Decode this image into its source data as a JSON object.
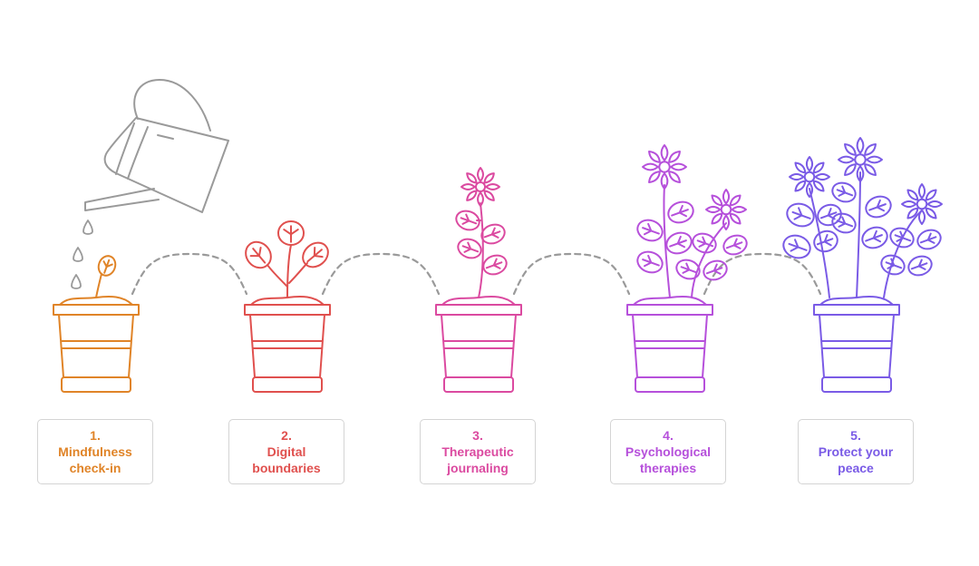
{
  "steps": [
    {
      "number": "1.",
      "line1": "Mindfulness",
      "line2": "check-in",
      "color": "#e08428",
      "plant": "sprout"
    },
    {
      "number": "2.",
      "line1": "Digital",
      "line2": "boundaries",
      "color": "#e0504e",
      "plant": "seedling"
    },
    {
      "number": "3.",
      "line1": "Therapeutic",
      "line2": "journaling",
      "color": "#db4aa0",
      "plant": "single-flower"
    },
    {
      "number": "4.",
      "line1": "Psychological",
      "line2": "therapies",
      "color": "#b650db",
      "plant": "two-flowers"
    },
    {
      "number": "5.",
      "line1": "Protect your",
      "line2": "peace",
      "color": "#7a5be6",
      "plant": "bush"
    }
  ],
  "decorations": {
    "watering_can": {
      "name": "watering-can-icon",
      "color": "#9a9a9a"
    },
    "connector_color": "#9a9a9a"
  }
}
